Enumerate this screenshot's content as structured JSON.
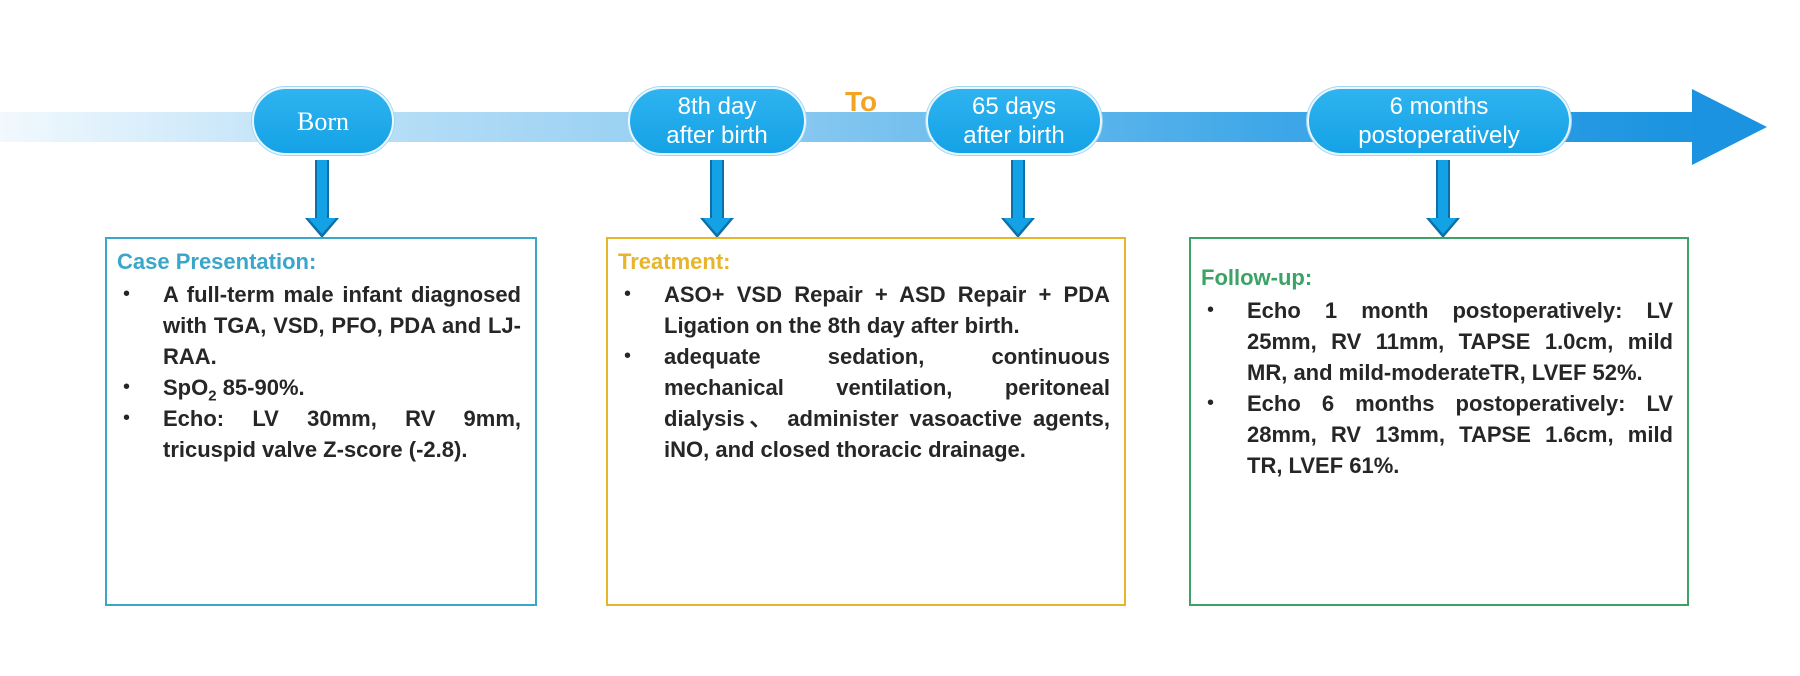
{
  "timeline": {
    "born": "Born",
    "day8_line1": "8th day",
    "day8_line2": "after birth",
    "to": "To",
    "day65_line1": "65 days",
    "day65_line2": "after birth",
    "month6_line1": "6 months",
    "month6_line2": "postoperatively"
  },
  "case": {
    "title": "Case Presentation:",
    "item1": "A full-term male infant diagnosed with TGA, VSD, PFO, PDA and LJ-RAA.",
    "item2_prefix": "SpO",
    "item2_sub": "2",
    "item2_suffix": " 85-90%.",
    "item3": "Echo: LV 30mm, RV 9mm, tricuspid valve Z-score (-2.8)."
  },
  "treatment": {
    "title": "Treatment:",
    "item1": "ASO+ VSD Repair + ASD Repair + PDA Ligation on the 8th day after birth.",
    "item2": "adequate sedation, continuous mechanical ventilation, peritoneal dialysis、 administer vasoactive agents, iNO, and closed thoracic drainage."
  },
  "followup": {
    "title": "Follow-up:",
    "item1": "Echo 1 month postoperatively: LV 25mm, RV 11mm, TAPSE 1.0cm, mild MR, and mild-moderateTR, LVEF 52%.",
    "item2": "Echo 6 months postoperatively: LV 28mm, RV 13mm, TAPSE 1.6cm, mild TR, LVEF 61%."
  },
  "colors": {
    "case_accent": "#3aa6c9",
    "treatment_accent": "#e7b529",
    "followup_accent": "#3aa365",
    "pill_fill": "#14a2e6",
    "to_color": "#f3a521"
  }
}
